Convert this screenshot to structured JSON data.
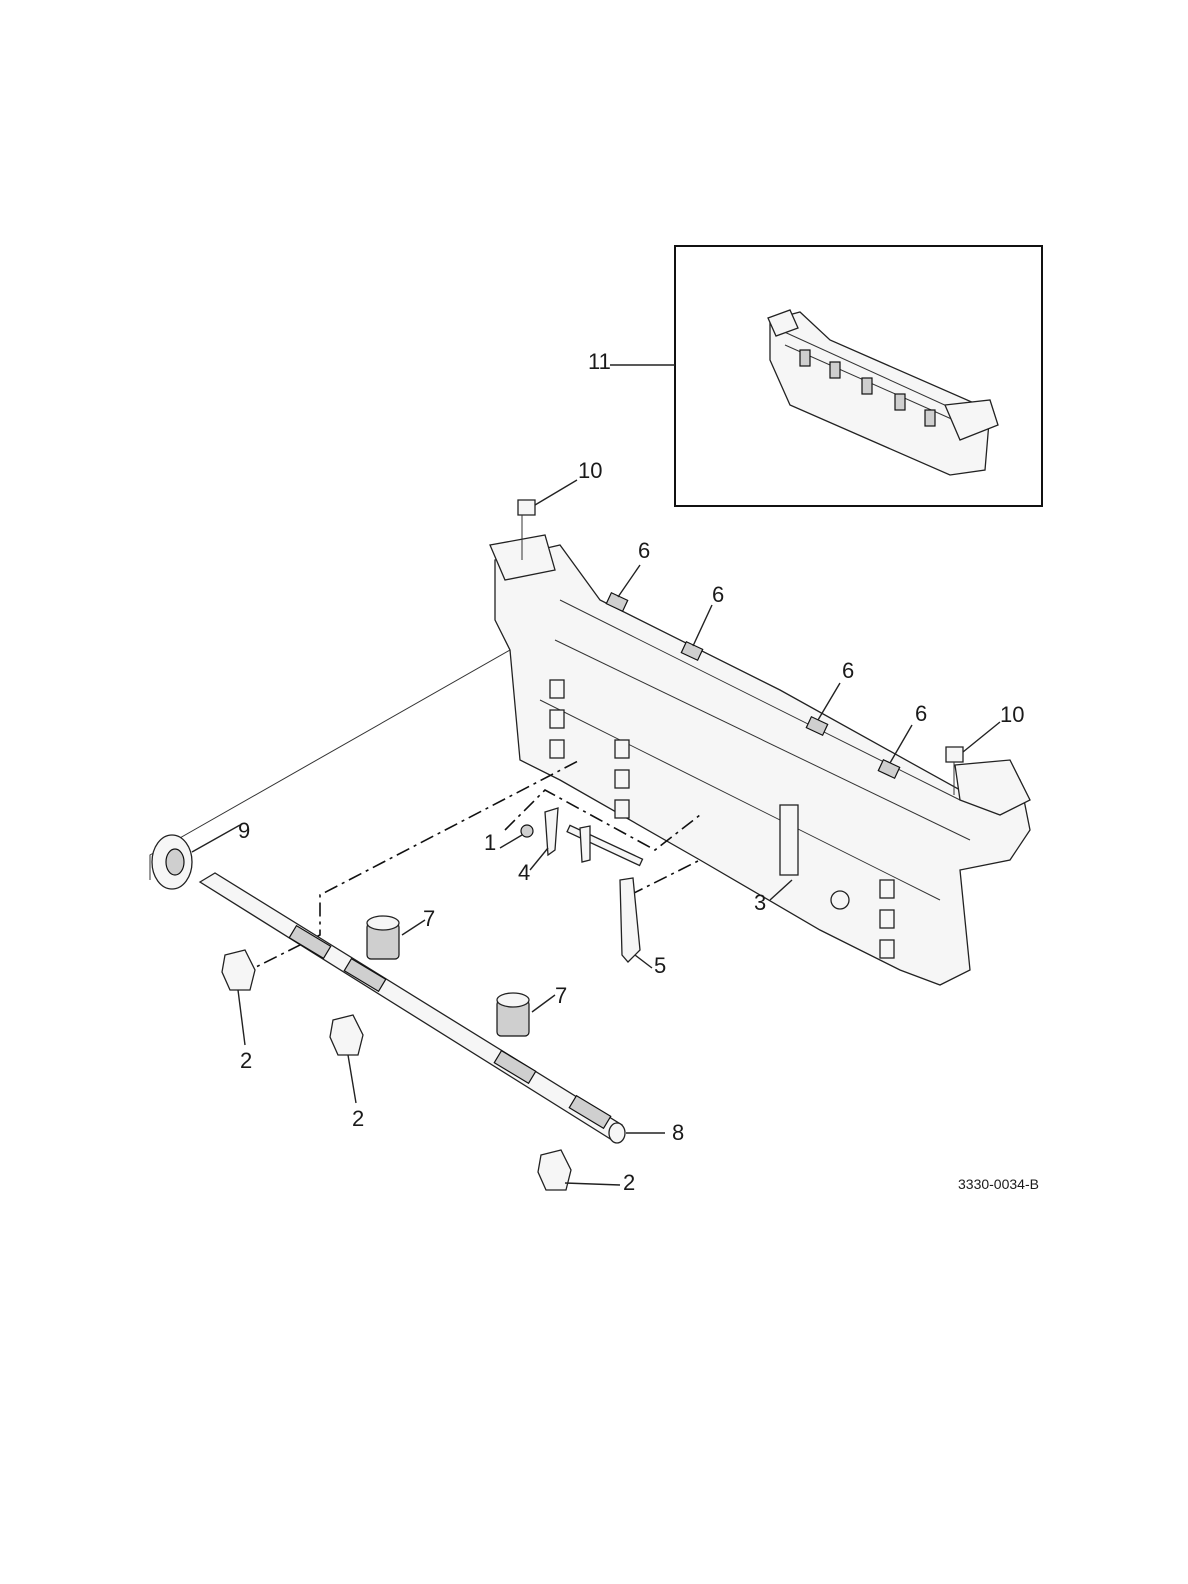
{
  "callouts": {
    "c1": "1",
    "c2a": "2",
    "c2b": "2",
    "c2c": "2",
    "c3": "3",
    "c4": "4",
    "c5": "5",
    "c6a": "6",
    "c6b": "6",
    "c6c": "6",
    "c6d": "6",
    "c7a": "7",
    "c7b": "7",
    "c8": "8",
    "c9": "9",
    "c10a": "10",
    "c10b": "10",
    "c11": "11"
  },
  "document_number": "3330-0034-B"
}
